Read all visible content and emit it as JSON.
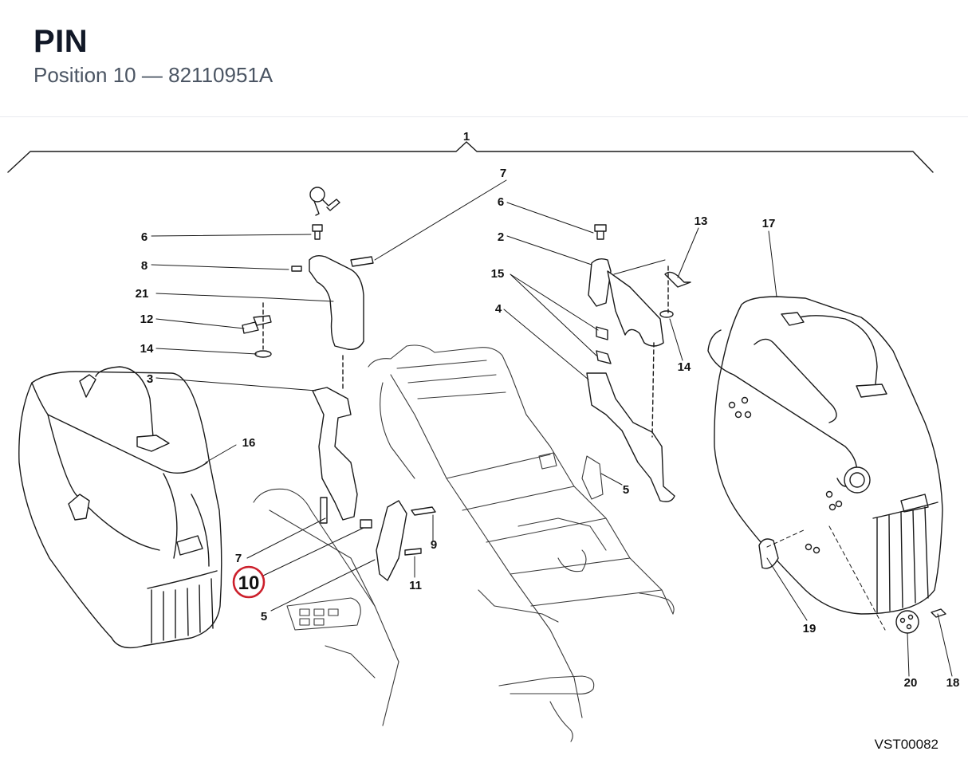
{
  "header": {
    "title": "PIN",
    "position_label": "Position 10",
    "separator": "—",
    "part_number": "82110951A"
  },
  "diagram": {
    "reference_code": "VST00082",
    "selected_callout": "10",
    "highlight_color": "#cc1f2b",
    "callouts": [
      "1",
      "7",
      "6",
      "8",
      "21",
      "12",
      "14",
      "3",
      "16",
      "7",
      "10",
      "5",
      "9",
      "11",
      "6",
      "2",
      "15",
      "4",
      "13",
      "14",
      "17",
      "5",
      "19",
      "20",
      "18"
    ]
  }
}
